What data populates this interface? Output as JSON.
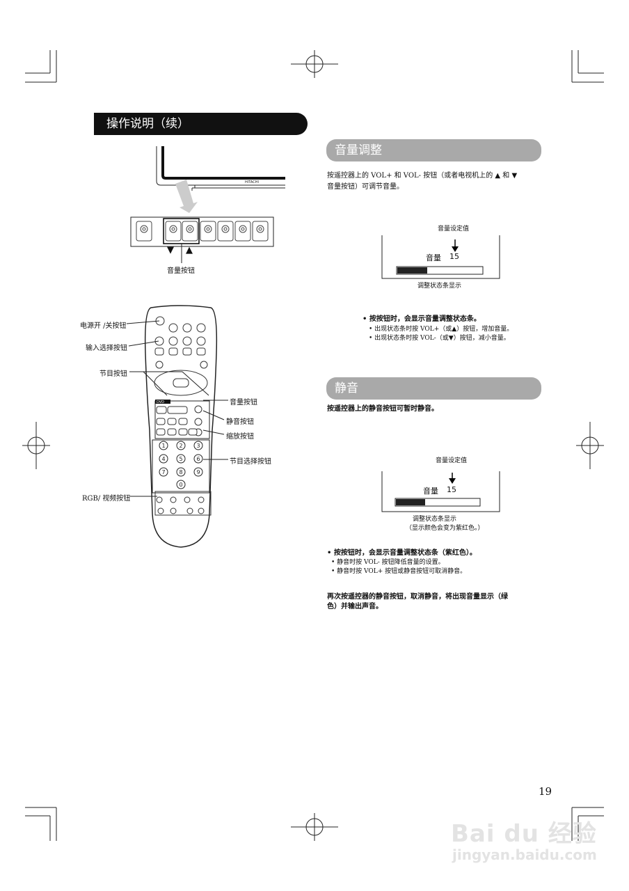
{
  "page_title": "操作说明（续）",
  "tv_illustration": {
    "brand": "HITACHI",
    "volume_button_label": "音量按钮",
    "down_arrow": "▼",
    "up_arrow": "▲"
  },
  "remote_callouts": {
    "power": "电源开 /关按钮",
    "input_select": "输入选择按钮",
    "channel": "节目按钮",
    "volume": "音量按钮",
    "mute": "静音按钮",
    "zoom": "缩放按钮",
    "program_select": "节目选择按钮",
    "rgb_video": "RGB/ 视频按钮"
  },
  "volume_section": {
    "heading": "音量调整",
    "intro_line1": "按遥控器上的 VOL+ 和 VOL- 按钮（或者电视机上的 ▲ 和 ▼",
    "intro_line2": "音量按钮）可调节音量。",
    "box": {
      "setting_label": "音量设定值",
      "vol_label": "音量",
      "vol_value": "15",
      "caption": "调整状态条显示"
    },
    "bullet_main": "• 按按钮时，会显示音量调整状态条。",
    "bullet_sub1": "• 出现状态条时按 VOL+（或▲）按钮，增加音量。",
    "bullet_sub2": "• 出现状态条时按 VOL-（或▼）按钮，减小音量。"
  },
  "mute_section": {
    "heading": "静音",
    "intro": "按遥控器上的静音按钮可暂时静音。",
    "box": {
      "setting_label": "音量设定值",
      "vol_label": "音量",
      "vol_value": "15",
      "caption1": "调整状态条显示",
      "caption2": "（显示颜色会变为紫红色。）"
    },
    "bullet_main": "• 按按钮时，会显示音量调整状态条（紫红色）。",
    "bullet_sub1": "• 静音时按 VOL- 按钮降低音量的设置。",
    "bullet_sub2": "• 静音时按 VOL+ 按钮或静音按钮可取消静音。",
    "footer_line1": "再次按遥控器的静音按钮，取消静音，将出现音量显示（绿",
    "footer_line2": "色）并输出声音。"
  },
  "remote_keys": {
    "num": [
      "1",
      "2",
      "3",
      "4",
      "5",
      "6",
      "7",
      "8",
      "9",
      "0"
    ],
    "dvd": "DVD"
  },
  "page_number": "19",
  "watermark": {
    "logo": "Bai du 经验",
    "url": "jingyan.baidu.com"
  },
  "colors": {
    "header_black": "#111111",
    "header_gray": "#a9a9a9",
    "bar_fill": "#222222"
  },
  "volume_bar_level": 0.35
}
